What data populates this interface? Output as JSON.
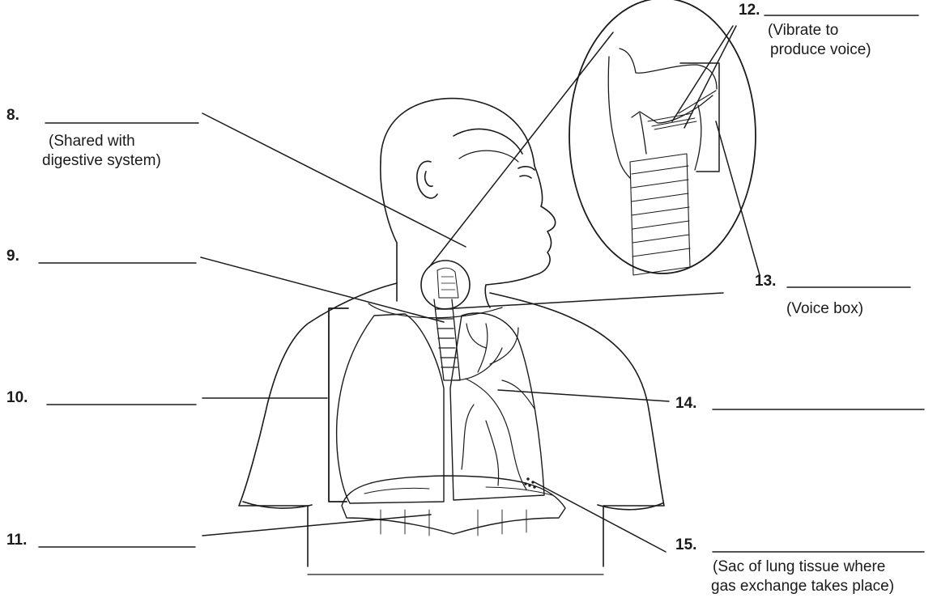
{
  "labels": [
    {
      "number": "8.",
      "hint_lines": [
        "(Shared with",
        "digestive system)"
      ]
    },
    {
      "number": "9.",
      "hint_lines": []
    },
    {
      "number": "10.",
      "hint_lines": []
    },
    {
      "number": "11.",
      "hint_lines": []
    },
    {
      "number": "12.",
      "hint_lines": [
        "(Vibrate to",
        "produce voice)"
      ]
    },
    {
      "number": "13.",
      "hint_lines": [
        "(Voice box)"
      ]
    },
    {
      "number": "14.",
      "hint_lines": []
    },
    {
      "number": "15.",
      "hint_lines": [
        "(Sac of lung tissue where",
        "gas exchange takes place)"
      ]
    }
  ]
}
